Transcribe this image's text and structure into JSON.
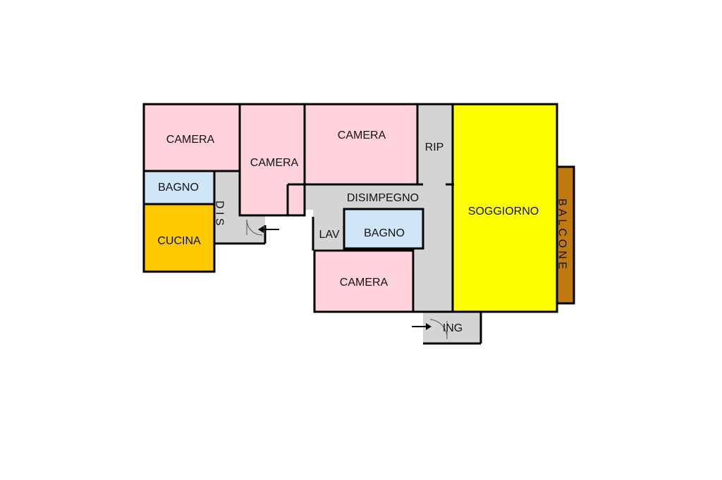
{
  "colors": {
    "camera": "#ffd2dc",
    "bagno": "#cfe6f7",
    "cucina": "#ffc800",
    "corridor": "#d4d4d4",
    "soggiorno": "#ffff00",
    "balcone": "#c07a10",
    "wall": "#000000"
  },
  "rooms": {
    "camera_1": "CAMERA",
    "camera_2": "CAMERA",
    "camera_3": "CAMERA",
    "camera_4": "CAMERA",
    "bagno_1": "BAGNO",
    "bagno_2": "BAGNO",
    "cucina": "CUCINA",
    "dis": "D I S",
    "disimpegno": "DISIMPEGNO",
    "lav": "LAV",
    "rip": "RIP",
    "soggiorno": "SOGGIORNO",
    "balcone": "BALCONE",
    "ing": "ING"
  }
}
